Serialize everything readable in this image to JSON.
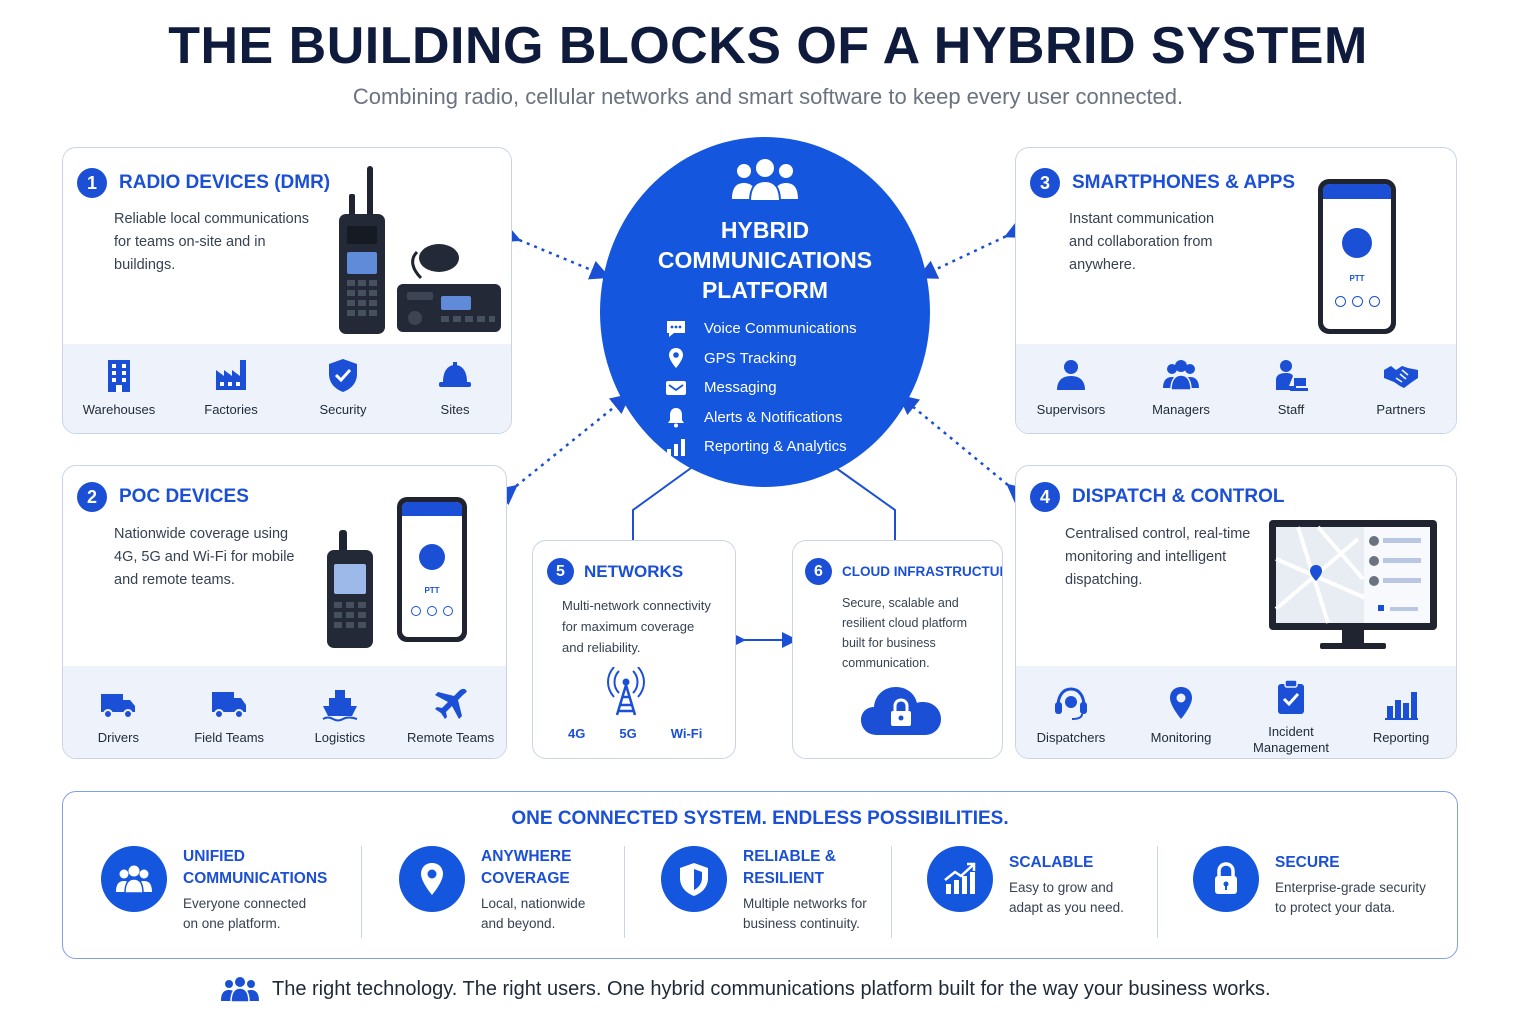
{
  "title": "THE BUILDING BLOCKS OF A HYBRID SYSTEM",
  "subtitle": "Combining radio, cellular networks and smart software to keep every user connected.",
  "hub": {
    "title_lines": [
      "HYBRID",
      "COMMUNICATIONS",
      "PLATFORM"
    ],
    "items": [
      "Voice Communications",
      "GPS Tracking",
      "Messaging",
      "Alerts & Notifications",
      "Reporting & Analytics"
    ]
  },
  "cards": {
    "radio": {
      "number": "1",
      "title": "RADIO DEVICES (DMR)",
      "desc": [
        "Reliable local communications",
        "for teams on-site and in",
        "buildings."
      ],
      "users": [
        "Warehouses",
        "Factories",
        "Security",
        "Sites"
      ]
    },
    "poc": {
      "number": "2",
      "title": "POC DEVICES",
      "desc": [
        "Nationwide coverage using",
        "4G, 5G and Wi-Fi for mobile",
        "and remote teams."
      ],
      "users": [
        "Drivers",
        "Field Teams",
        "Logistics",
        "Remote Teams"
      ]
    },
    "smartphones": {
      "number": "3",
      "title": "SMARTPHONES & APPS",
      "desc": [
        "Instant communication",
        "and collaboration from",
        "anywhere."
      ],
      "users": [
        "Supervisors",
        "Managers",
        "Staff",
        "Partners"
      ]
    },
    "dispatch": {
      "number": "4",
      "title": "DISPATCH & CONTROL",
      "desc": [
        "Centralised control, real-time",
        "monitoring and intelligent",
        "dispatching."
      ],
      "users": [
        "Dispatchers",
        "Monitoring",
        "Incident Management",
        "Reporting"
      ]
    },
    "networks": {
      "number": "5",
      "title": "NETWORKS",
      "desc": [
        "Multi-network connectivity",
        "for maximum coverage",
        "and reliability."
      ],
      "bands": [
        "4G",
        "5G",
        "Wi-Fi"
      ]
    },
    "cloud": {
      "number": "6",
      "title": "CLOUD INFRASTRUCTURE",
      "desc": [
        "Secure, scalable and",
        "resilient cloud platform",
        "built for business",
        "communication."
      ]
    }
  },
  "device_screens": {
    "ptt_label": "PTT"
  },
  "bottom": {
    "heading": "ONE CONNECTED SYSTEM. ENDLESS POSSIBILITIES.",
    "benefits": [
      {
        "title": [
          "UNIFIED",
          "COMMUNICATIONS"
        ],
        "desc": [
          "Everyone connected",
          "on one platform."
        ],
        "icon": "people-icon"
      },
      {
        "title": [
          "ANYWHERE",
          "COVERAGE"
        ],
        "desc": [
          "Local, nationwide",
          "and beyond."
        ],
        "icon": "location-pin-icon"
      },
      {
        "title": [
          "RELIABLE &",
          "RESILIENT"
        ],
        "desc": [
          "Multiple networks for",
          "business continuity."
        ],
        "icon": "shield-icon"
      },
      {
        "title": [
          "SCALABLE"
        ],
        "desc": [
          "Easy to grow and",
          "adapt as you need."
        ],
        "icon": "growth-chart-icon"
      },
      {
        "title": [
          "SECURE"
        ],
        "desc": [
          "Enterprise-grade security",
          "to protect your data."
        ],
        "icon": "padlock-icon"
      }
    ]
  },
  "tagline": "The right technology. The right users. One hybrid communications platform built for the way your business works.",
  "colors": {
    "primary": "#1456de",
    "accent_text": "#1a4fd6",
    "title": "#0f1b3d",
    "band": "#eef3fb",
    "border": "#c9d4e6"
  }
}
